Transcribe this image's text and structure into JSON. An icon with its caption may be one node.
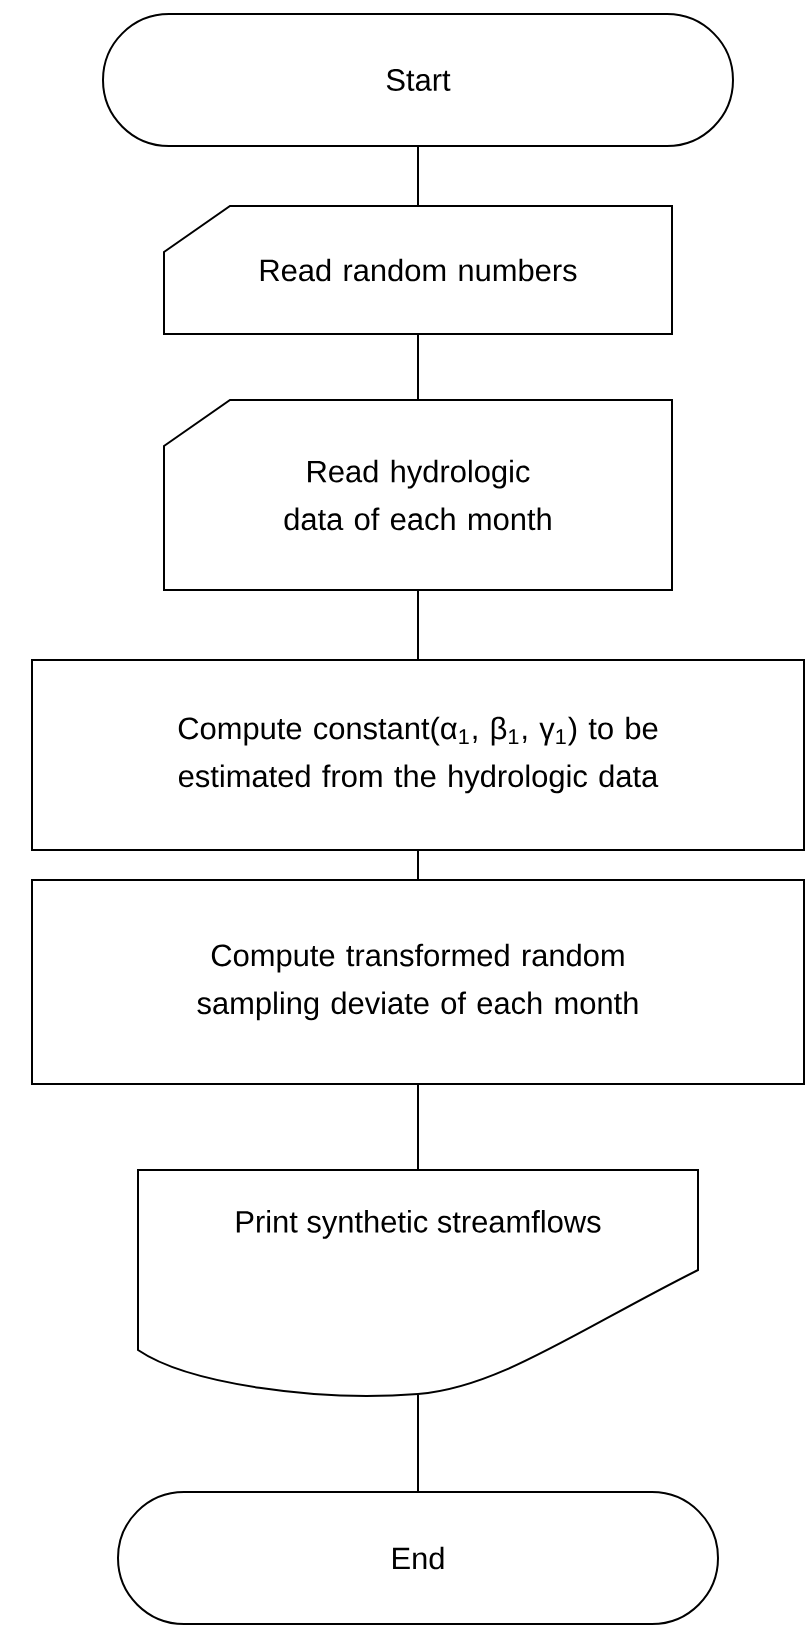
{
  "diagram": {
    "nodes": [
      {
        "text": [
          "Start"
        ]
      },
      {
        "text": [
          "Read random numbers"
        ]
      },
      {
        "text": [
          "Read hydrologic data of each month"
        ]
      },
      {
        "text": [
          "Compute constant(α$_{1}$, β$_{1}$, γ$_{1}$) to be estimated from the hydrologic data"
        ]
      },
      {
        "text": [
          "Compute transformed random sampling deviate of each month"
        ]
      },
      {
        "text": [
          "Print synthetic streamflows"
        ]
      },
      {
        "text": [
          "End"
        ]
      }
    ],
    "edges": [
      {
        "from": 0,
        "to": 1,
        "arrow": "none"
      },
      {
        "from": 1,
        "to": 2,
        "arrow": "none"
      },
      {
        "from": 2,
        "to": 3,
        "arrow": "none"
      },
      {
        "from": 3,
        "to": 4,
        "arrow": "none"
      },
      {
        "from": 4,
        "to": 5,
        "arrow": "none"
      },
      {
        "from": 5,
        "to": 6,
        "arrow": "none"
      }
    ]
  }
}
